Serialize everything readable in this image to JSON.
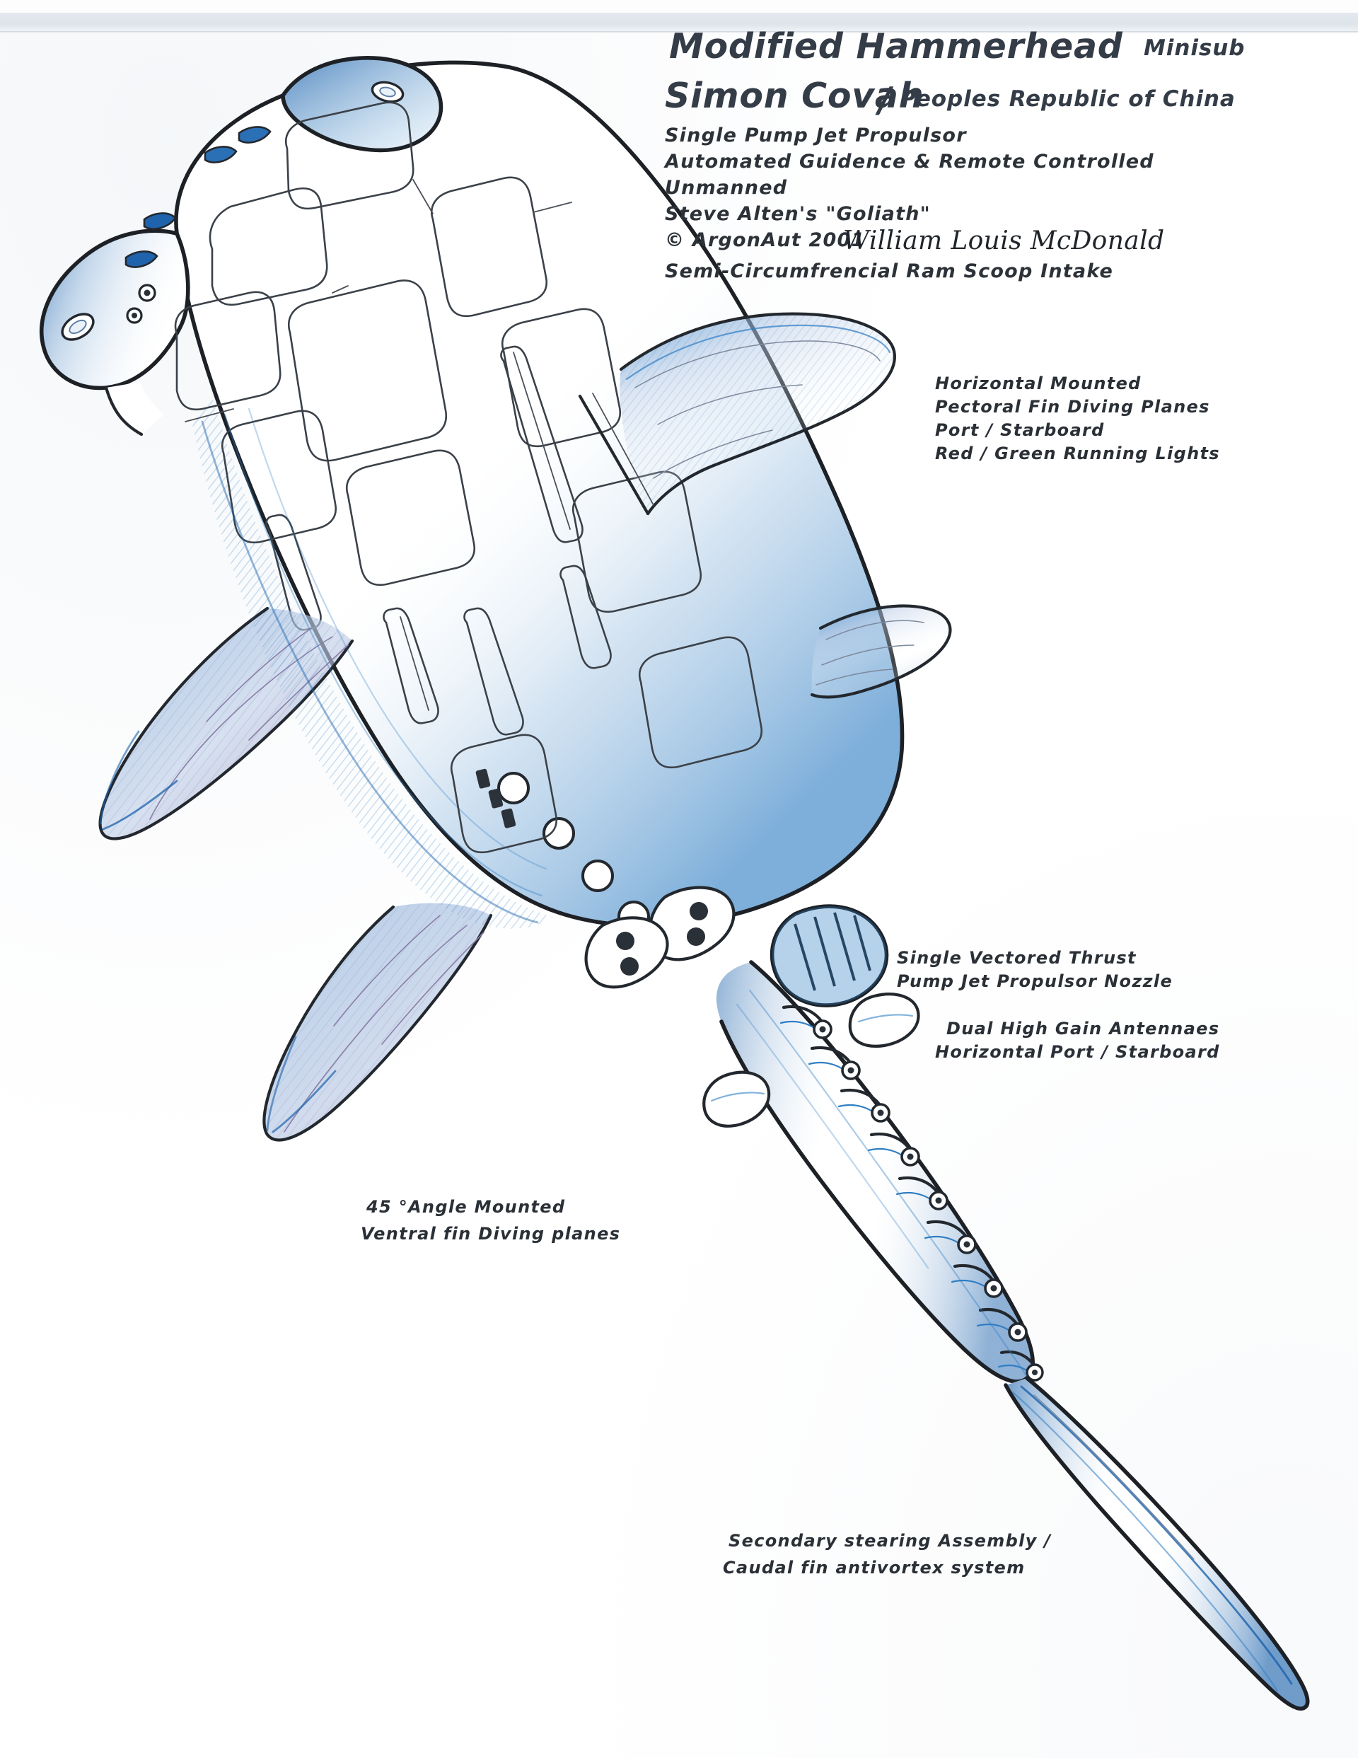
{
  "document": {
    "kind": "technical-concept-drawing",
    "medium": "ink and colored pencil on white paper"
  },
  "title_block": {
    "line1_main": "Modified Hammerhead",
    "line1_suffix": "Minisub",
    "line2_main": "Simon Covah",
    "line2_sep": "/",
    "line2_suffix": "Peoples Republic of China",
    "specs": [
      "Single Pump Jet Propulsor",
      "Automated Guidence & Remote Controlled",
      "Unmanned",
      "Steve Alten's \"Goliath\"",
      "Semi-Circumfrencial Ram Scoop Intake"
    ],
    "copyright": "© ArgonAut 2001",
    "signature": "William Louis McDonald"
  },
  "annotations": [
    {
      "id": "pectoral",
      "lines": [
        "Horizontal   Mounted",
        "Pectoral  Fin  Diving Planes",
        "Port / Starboard",
        "Red / Green Running Lights"
      ]
    },
    {
      "id": "nozzle",
      "lines": [
        "Single  Vectored  Thrust",
        "Pump Jet Propulsor Nozzle"
      ]
    },
    {
      "id": "antennae",
      "lines": [
        "Dual   High  Gain  Antennaes",
        "Horizontal      Port / Starboard"
      ]
    },
    {
      "id": "ventral",
      "lines": [
        "45 °Angle  Mounted",
        "Ventral  fin  Diving planes"
      ]
    },
    {
      "id": "caudal",
      "lines": [
        "Secondary  stearing Assembly /",
        "Caudal  fin  antivortex  system"
      ]
    }
  ],
  "subject": {
    "name": "Modified Hammerhead Minisub",
    "parts": [
      "hammerhead-bow",
      "sensor-pods",
      "hull-panels",
      "ram-scoop-intake",
      "dorsal-fin",
      "pectoral-fin-port",
      "pectoral-fin-starboard",
      "ventral-fin",
      "antenna-fin-port",
      "antenna-fin-starboard",
      "pump-jet-nozzle",
      "caudal-peduncle",
      "caudal-fin"
    ]
  },
  "palette": {
    "ink": "#23282e",
    "pencil_blue_deep": "#1c62ab",
    "pencil_blue": "#2f7ec4",
    "pencil_blue_light": "#8fbfe4",
    "fin_wash": "#b8cbe8",
    "fin_violet": "#8a7fa8",
    "paper": "#ffffff",
    "scan_band": "#e3e9ee"
  }
}
